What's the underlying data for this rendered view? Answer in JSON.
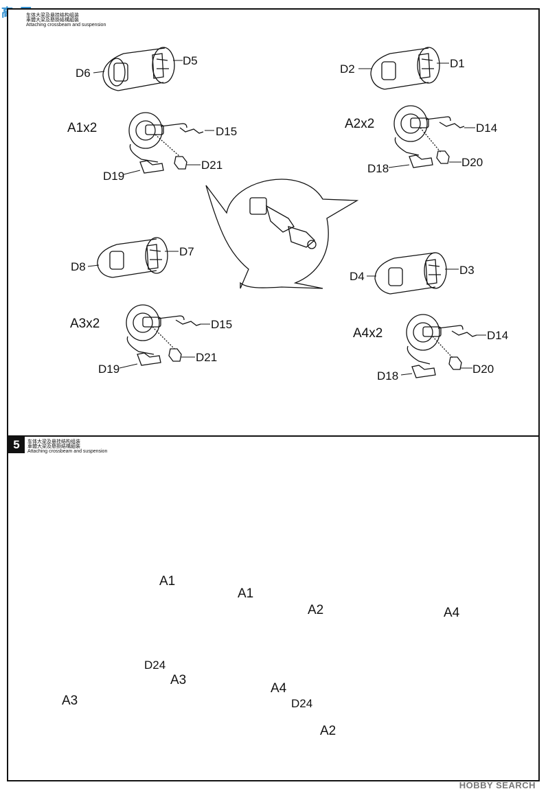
{
  "watermark": {
    "logo": "高●网",
    "site": "HOBBY SEARCH"
  },
  "step4": {
    "header_cn1": "车体大梁及悬挂结构组装",
    "header_cn2": "車體大梁及懸掛結構組裝",
    "header_en": "Attaching crossbeam and suspension",
    "parts": {
      "d6": "D6",
      "d5": "D5",
      "d2": "D2",
      "d1": "D1",
      "a1x2": "A1x2",
      "d15a": "D15",
      "d19a": "D19",
      "d21a": "D21",
      "a2x2": "A2x2",
      "d14a": "D14",
      "d18a": "D18",
      "d20a": "D20",
      "d8": "D8",
      "d7": "D7",
      "d4": "D4",
      "d3": "D3",
      "a3x2": "A3x2",
      "d15b": "D15",
      "d19b": "D19",
      "d21b": "D21",
      "a4x2": "A4x2",
      "d14b": "D14",
      "d18b": "D18",
      "d20b": "D20"
    }
  },
  "step5": {
    "number": "5",
    "header_cn1": "车体大梁及悬挂结构组装",
    "header_cn2": "車體大梁及懸掛結構組裝",
    "header_en": "Attaching crossbeam and suspension",
    "labels": {
      "a1_left": "A1",
      "a1_mid": "A1",
      "a2_top": "A2",
      "a4_top": "A4",
      "d24_left": "D24",
      "a3_mid": "A3",
      "a3_left": "A3",
      "a4_bottom": "A4",
      "d24_right": "D24",
      "a2_bottom": "A2"
    }
  }
}
